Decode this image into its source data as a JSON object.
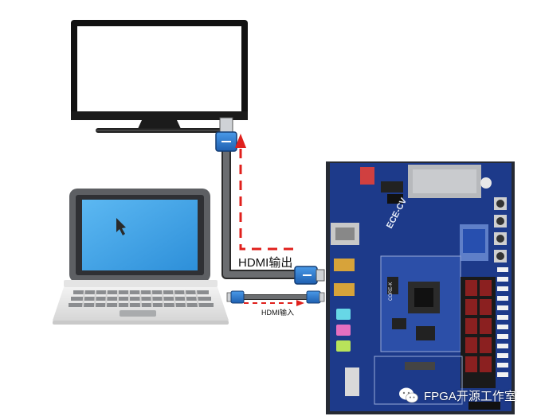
{
  "labels": {
    "hdmi_output": "HDMI输出",
    "hdmi_input": "HDMI输入"
  },
  "board": {
    "silkscreen": "ECE-CV",
    "core_label": "CORE-K"
  },
  "watermark": {
    "text": "FPGA开源工作室"
  },
  "colors": {
    "signal_arrow": "#e0201c",
    "hdmi_connector": "#2f7fd6",
    "cable": "#6b6d70",
    "pcb": "#1d3a8a",
    "laptop_screen": "#3aa0e6"
  },
  "icons": [
    "monitor-icon",
    "laptop-icon",
    "fpga-board-icon",
    "hdmi-connector-icon",
    "wechat-icon"
  ]
}
